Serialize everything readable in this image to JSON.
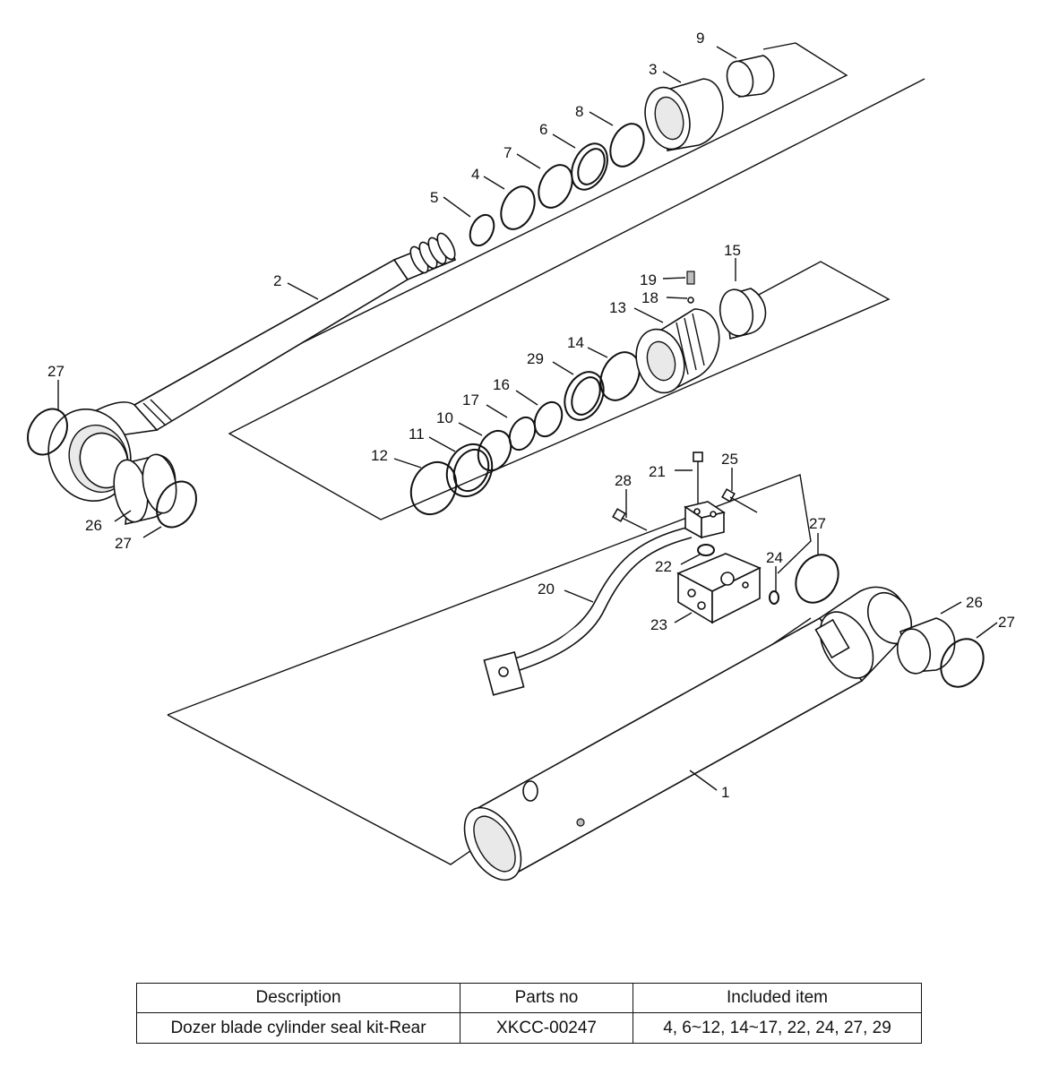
{
  "callouts": {
    "c1": "1",
    "c2": "2",
    "c3": "3",
    "c4": "4",
    "c5": "5",
    "c6": "6",
    "c7": "7",
    "c8": "8",
    "c9": "9",
    "c10": "10",
    "c11": "11",
    "c12": "12",
    "c13": "13",
    "c14": "14",
    "c15": "15",
    "c16": "16",
    "c17": "17",
    "c18": "18",
    "c19": "19",
    "c20": "20",
    "c21": "21",
    "c22": "22",
    "c23": "23",
    "c24": "24",
    "c25": "25",
    "c26a": "26",
    "c26b": "26",
    "c27a": "27",
    "c27b": "27",
    "c27c": "27",
    "c27d": "27",
    "c28": "28",
    "c29": "29"
  },
  "table": {
    "headers": {
      "description": "Description",
      "parts_no": "Parts no",
      "included": "Included item"
    },
    "rows": [
      {
        "description": "Dozer blade cylinder seal kit-Rear",
        "parts_no": "XKCC-00247",
        "included": "4, 6~12, 14~17, 22, 24, 27, 29"
      }
    ]
  }
}
